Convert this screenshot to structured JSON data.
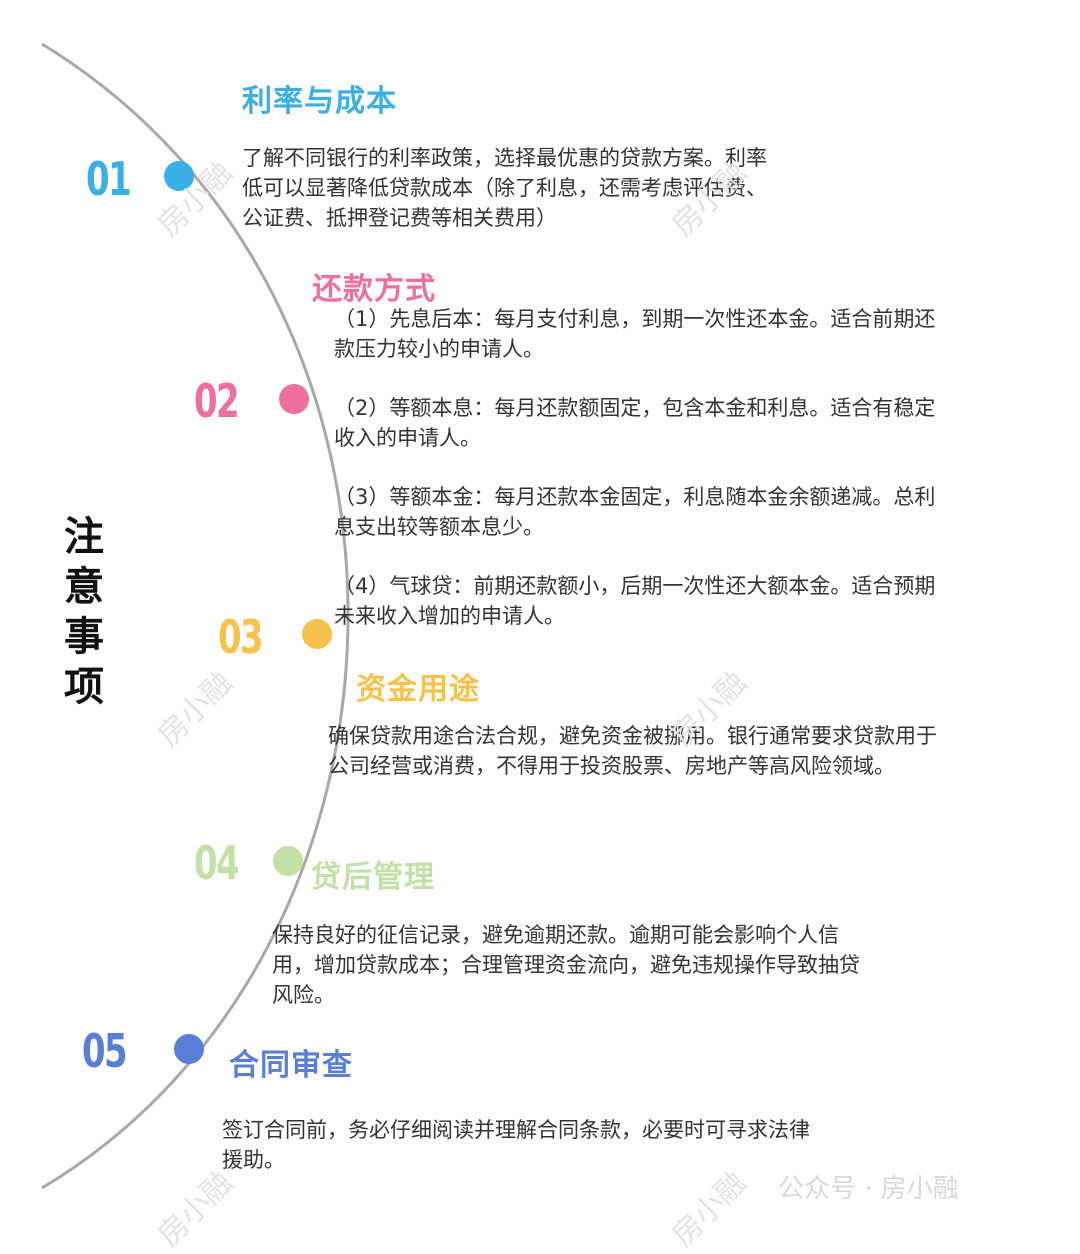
{
  "title_chars": [
    "注",
    "意",
    "事",
    "项"
  ],
  "colors": {
    "item1": "#3aaee6",
    "item2": "#ee6e9c",
    "item3": "#f5c24c",
    "item4": "#c3e0a6",
    "item5": "#5a7ed8",
    "arc": "#a8a8a8",
    "text": "#333333"
  },
  "items": [
    {
      "number": "01",
      "heading": "利率与成本",
      "lines": [
        "了解不同银行的利率政策，选择最优惠的贷款方案。利率",
        "低可以显著降低贷款成本（除了利息，还需考虑评估费、",
        "公证费、抵押登记费等相关费用）"
      ]
    },
    {
      "number": "02",
      "heading": "还款方式",
      "paragraphs": [
        [
          "（1）先息后本：每月支付利息，到期一次性还本金。适合前期还",
          "款压力较小的申请人。"
        ],
        [
          "（2）等额本息：每月还款额固定，包含本金和利息。适合有稳定",
          "收入的申请人。"
        ],
        [
          "（3）等额本金：每月还款本金固定，利息随本金余额递减。总利",
          "息支出较等额本息少。"
        ],
        [
          "（4）气球贷：前期还款额小，后期一次性还大额本金。适合预期",
          "未来收入增加的申请人。"
        ]
      ]
    },
    {
      "number": "03",
      "heading": "资金用途",
      "lines": [
        "确保贷款用途合法合规，避免资金被挪用。银行通常要求贷款用于",
        "公司经营或消费，不得用于投资股票、房地产等高风险领域。"
      ]
    },
    {
      "number": "04",
      "heading": "贷后管理",
      "lines": [
        "保持良好的征信记录，避免逾期还款。逾期可能会影响个人信",
        "用，增加贷款成本；合理管理资金流向，避免违规操作导致抽贷",
        "风险。"
      ]
    },
    {
      "number": "05",
      "heading": "合同审查",
      "lines": [
        "签订合同前，务必仔细阅读并理解合同条款，必要时可寻求法律",
        "援助。"
      ]
    }
  ],
  "watermark": "房小融",
  "wechat_label": "公众号 · 房小融"
}
